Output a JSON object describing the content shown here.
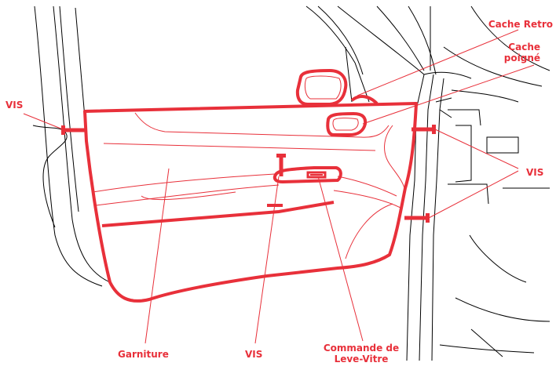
{
  "colors": {
    "accent": "#e8303a",
    "ink": "#000000",
    "background": "#ffffff"
  },
  "labels": {
    "cache_retro": "Cache Retro",
    "cache_poigne_line1": "Cache",
    "cache_poigne_line2": "poigné",
    "vis_left": "VIS",
    "vis_right": "VIS",
    "vis_bottom": "VIS",
    "garniture": "Garniture",
    "commande_line1": "Commande de",
    "commande_line2": "Leve-Vitre"
  }
}
